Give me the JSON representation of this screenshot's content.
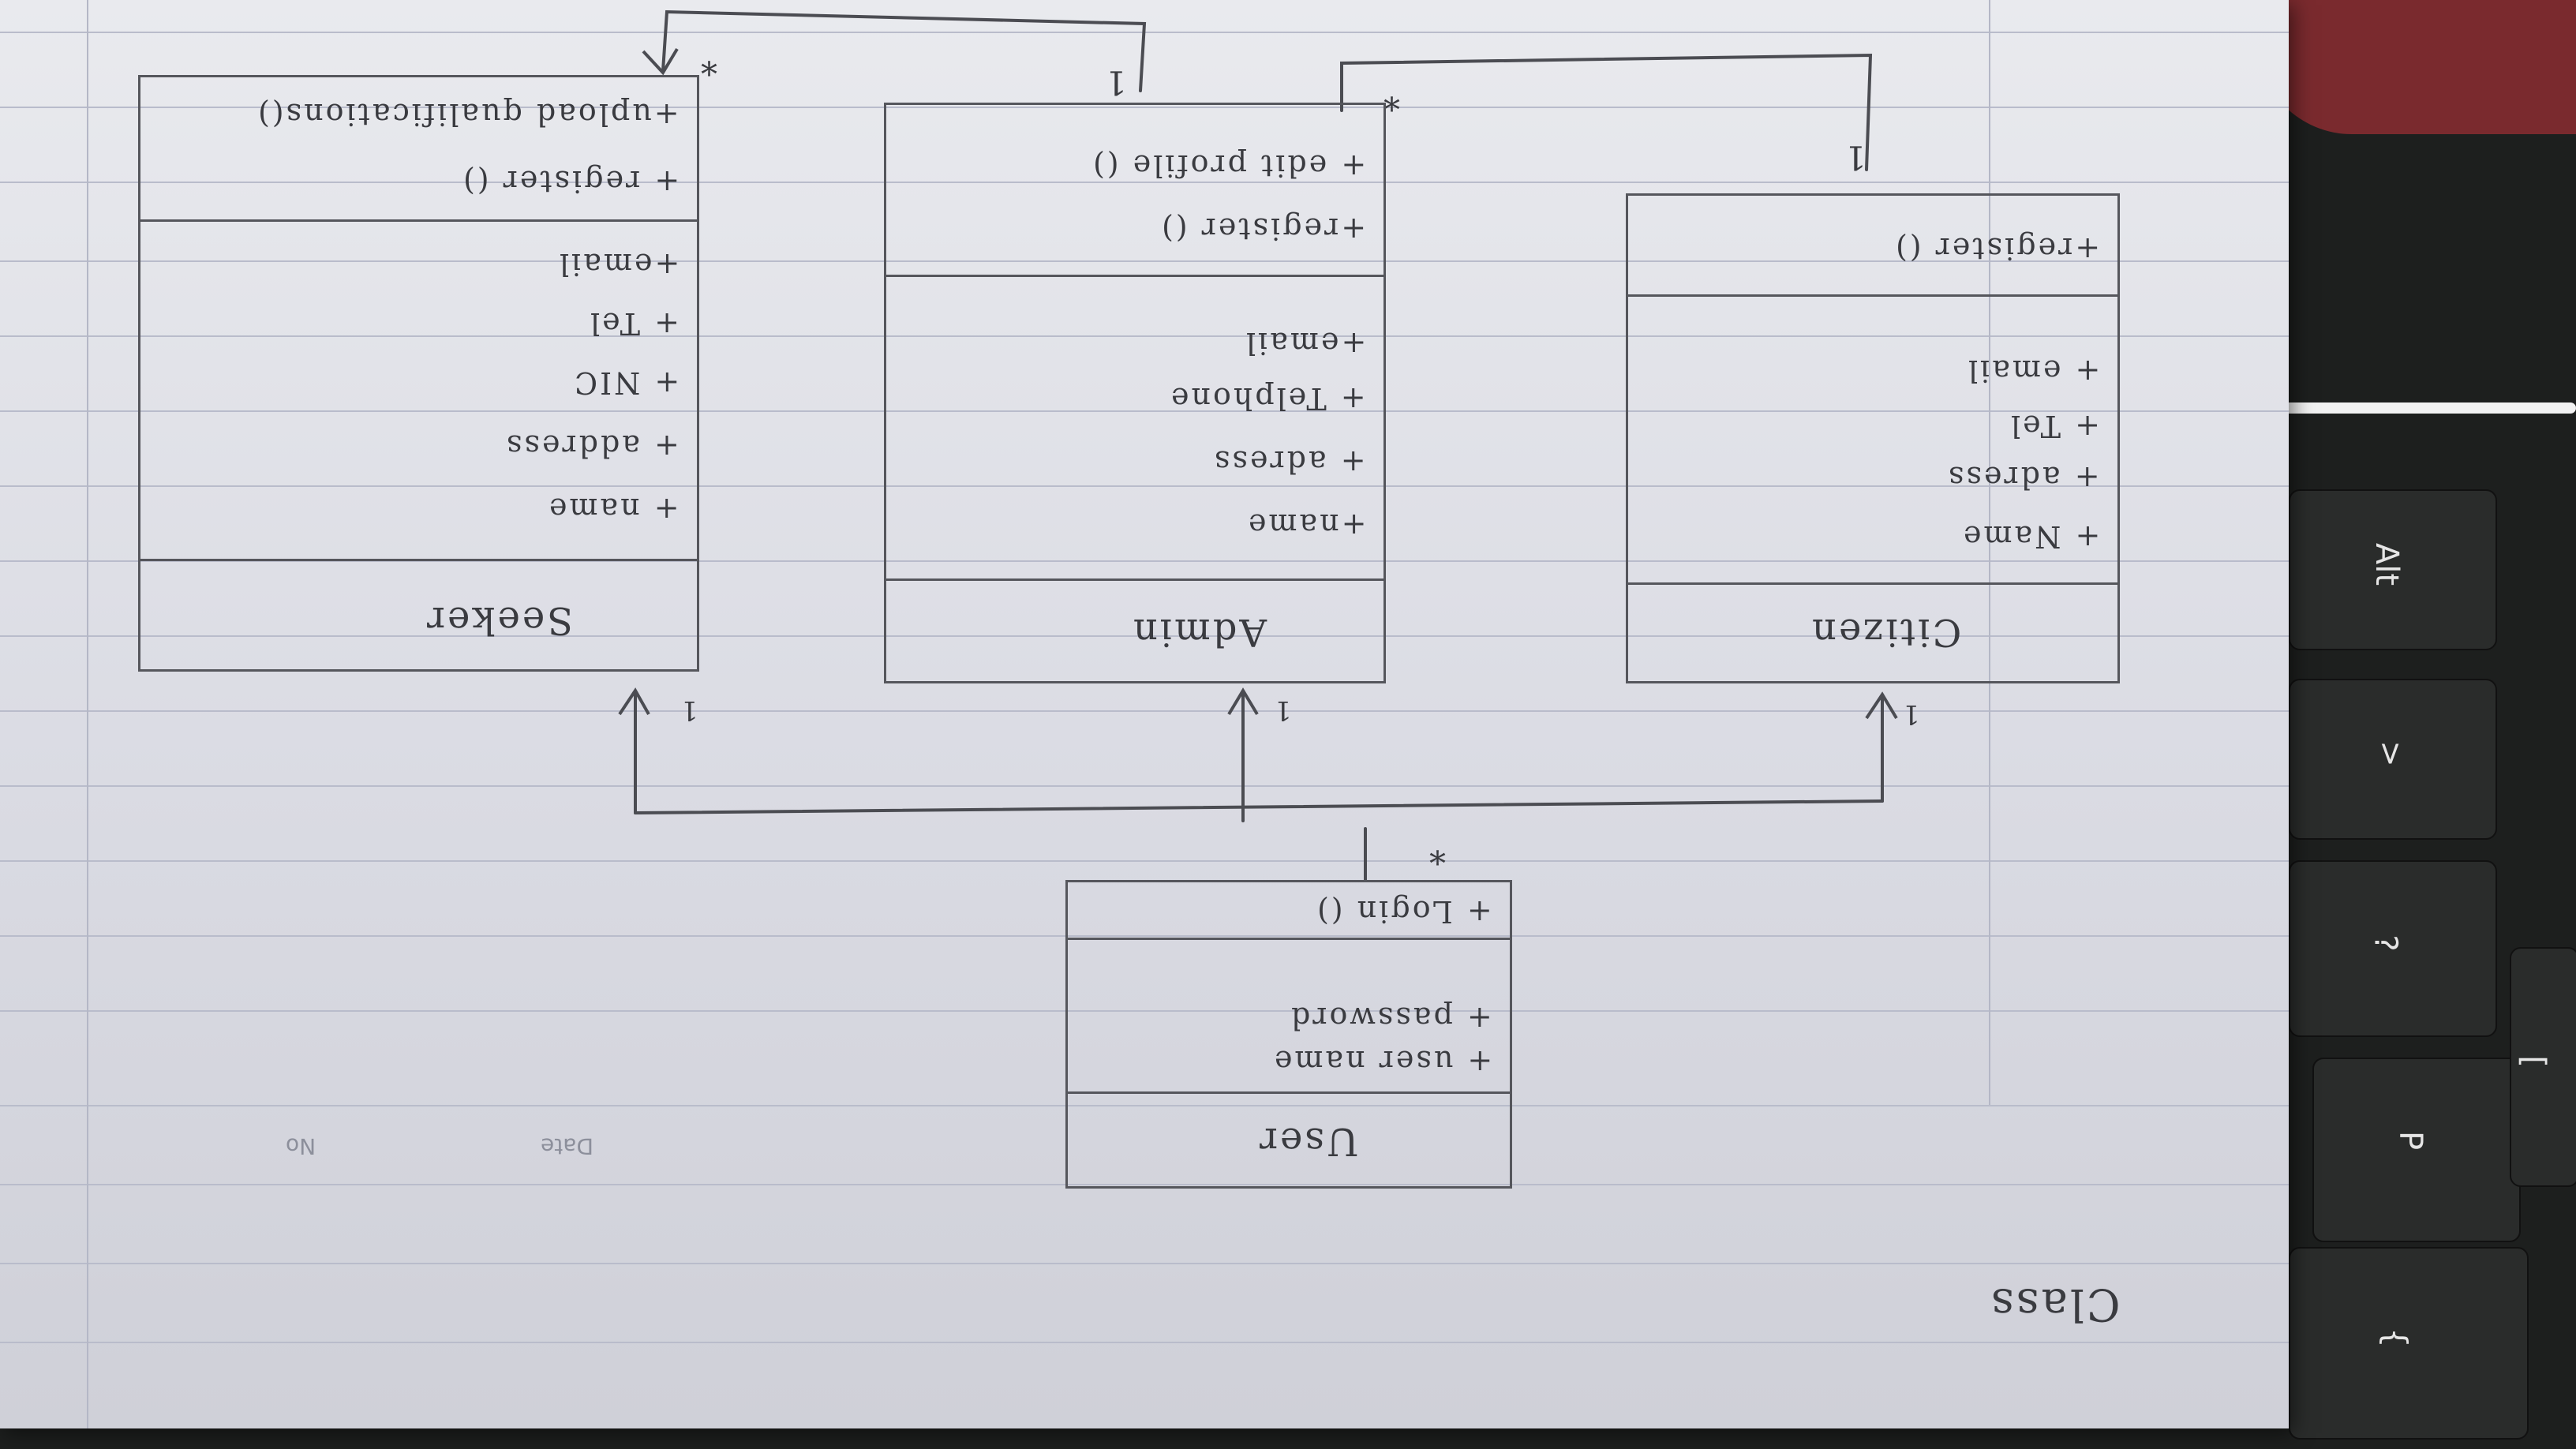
{
  "page": {
    "heading": "Class",
    "date_label": "Date",
    "no_label": "No"
  },
  "classes": {
    "user": {
      "name": "User",
      "attributes": [
        "+ user name",
        "+ password"
      ],
      "methods": [
        "+ Login ()"
      ]
    },
    "citizen": {
      "name": "Citizen",
      "attributes": [
        "+ Name",
        "+ adress",
        "+ Tel",
        "+ email"
      ],
      "methods": [
        "+register ()"
      ]
    },
    "admin": {
      "name": "Admin",
      "attributes": [
        "+name",
        "+ adress",
        "+ Telphone",
        "+email"
      ],
      "methods": [
        "+register ()",
        "+ edit profile ()"
      ]
    },
    "seeker": {
      "name": "Seeker",
      "attributes": [
        "+ name",
        "+ address",
        "+ NIC",
        "+ Tel",
        "+email"
      ],
      "methods": [
        "+ register ()",
        "+upload qualifications()"
      ]
    }
  },
  "multiplicities": {
    "user_side": "*",
    "citizen_side": "1",
    "admin_side": "1",
    "seeker_side": "1",
    "top_admin_end": "1",
    "top_seeker_end": "*",
    "top_citizen_end": "1",
    "top_admin_star": "*"
  },
  "keyboard": {
    "keys": [
      "Alt",
      ">",
      "?",
      "P",
      "{",
      "["
    ]
  },
  "colors": {
    "paper": "#e2e3e9",
    "ink": "#3a3b40",
    "rule": "#b9bccb",
    "keyboard": "#1d1f1e"
  }
}
